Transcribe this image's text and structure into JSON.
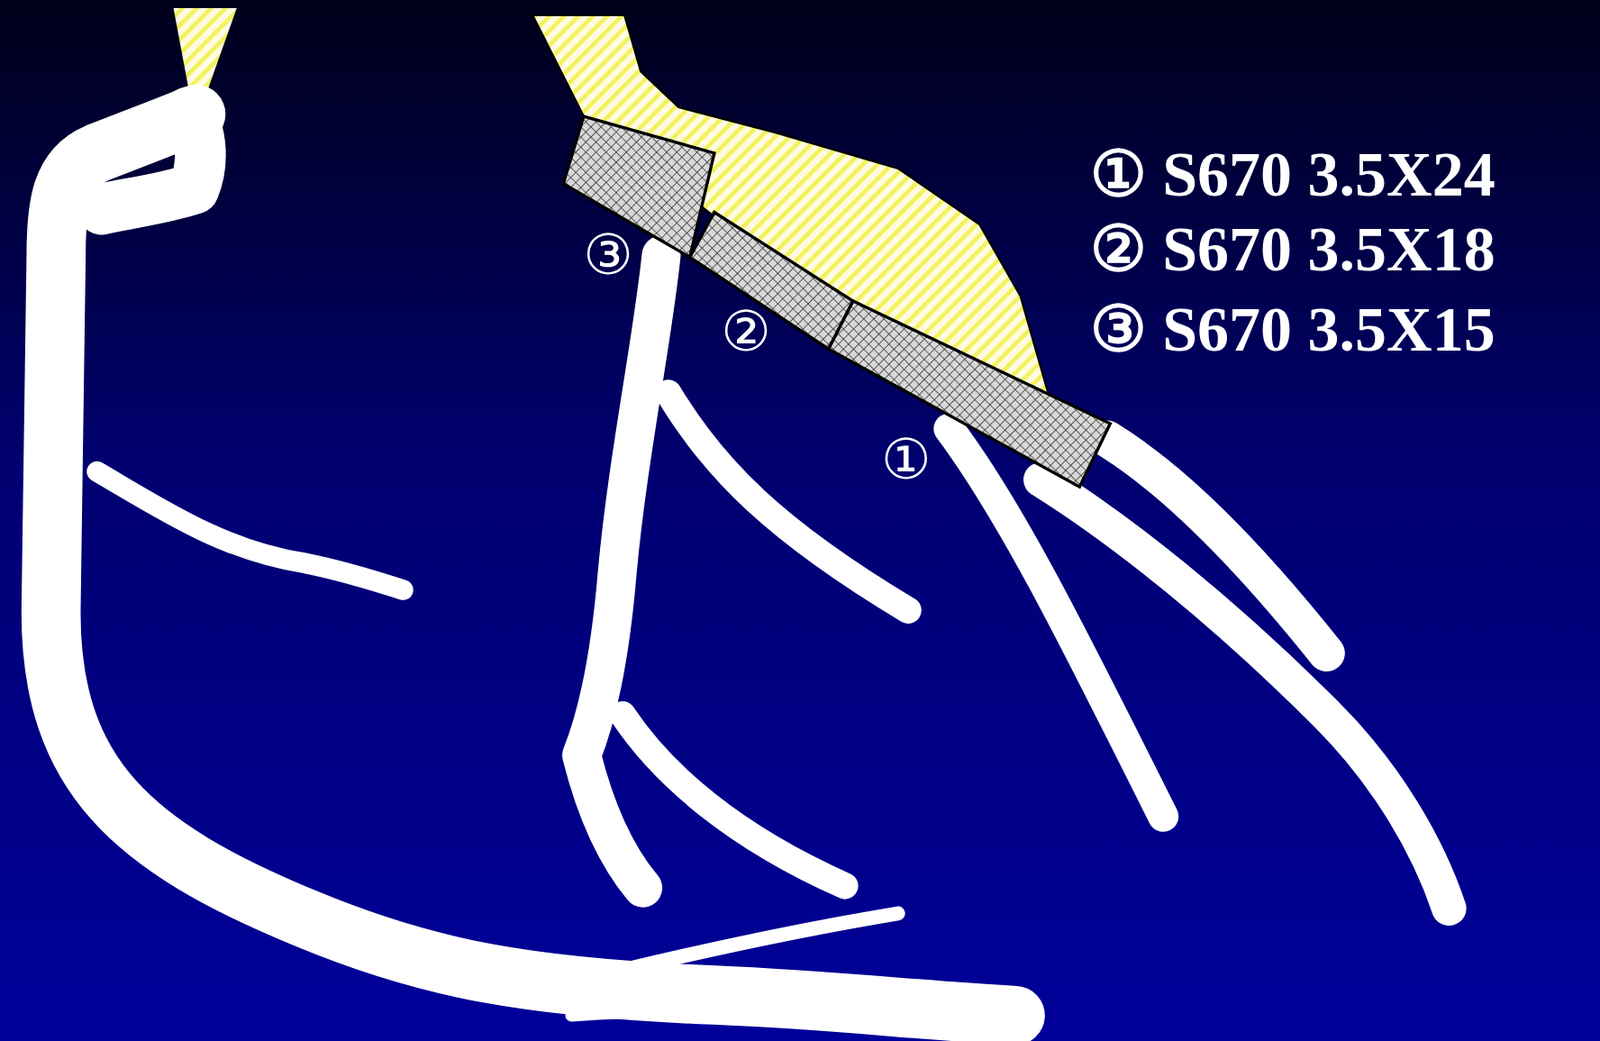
{
  "diagram": {
    "labels": [
      "① S670 3.5X24",
      "② S670 3.5X18",
      "③ S670 3.5X15",
      "③",
      "②",
      "①"
    ]
  }
}
